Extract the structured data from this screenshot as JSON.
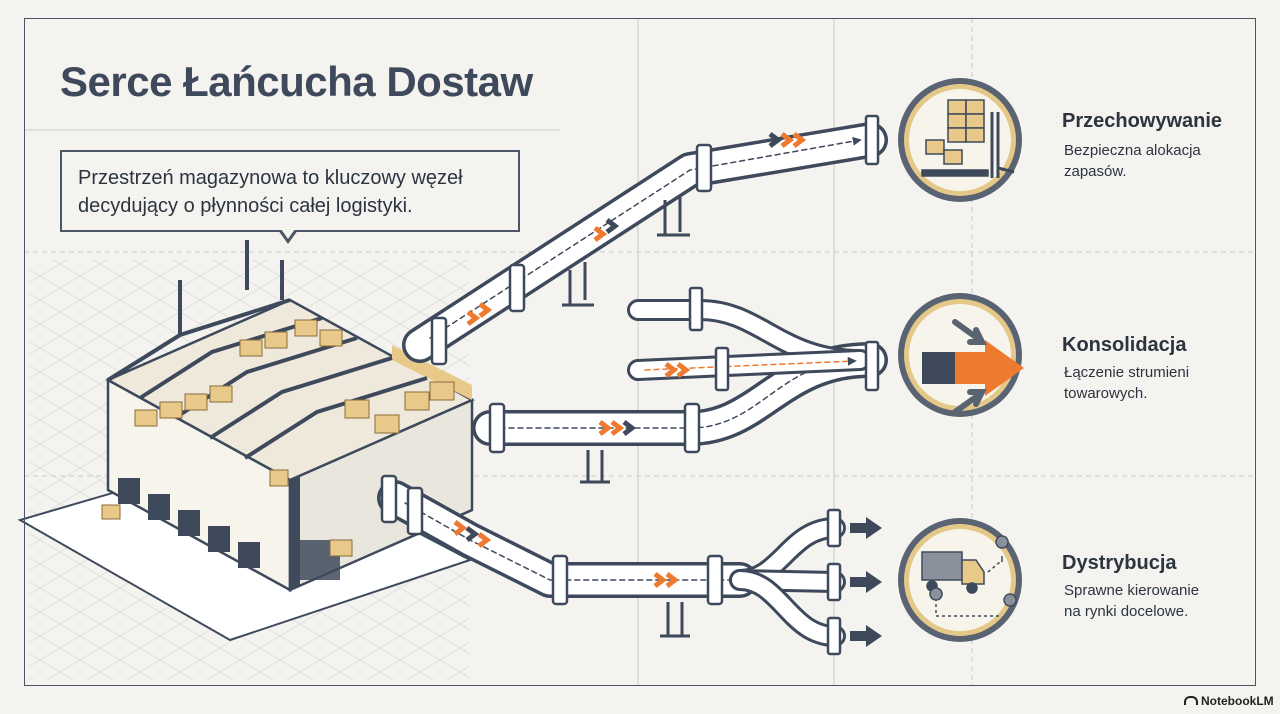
{
  "title": "Serce Łańcucha Dostaw",
  "callout": {
    "line1": "Przestrzeń magazynowa to kluczowy węzeł",
    "line2": "decydujący o płynności całej logistyki."
  },
  "items": [
    {
      "title": "Przechowywanie",
      "desc_line1": "Bezpieczna alokacja",
      "desc_line2": "zapasów.",
      "icon": "pallet-forklift-icon"
    },
    {
      "title": "Konsolidacja",
      "desc_line1": "Łączenie strumieni",
      "desc_line2": "towarowych.",
      "icon": "merge-arrows-icon"
    },
    {
      "title": "Dystrybucja",
      "desc_line1": "Sprawne kierowanie",
      "desc_line2": "na rynki docelowe.",
      "icon": "truck-route-icon"
    }
  ],
  "branding": {
    "logo_text": "NotebookLM"
  },
  "colors": {
    "dark": "#3e4a5c",
    "accent_orange": "#ee7a2f",
    "crate": "#e8c98a",
    "pipe": "#ffffff",
    "background": "#f4f3ef"
  }
}
